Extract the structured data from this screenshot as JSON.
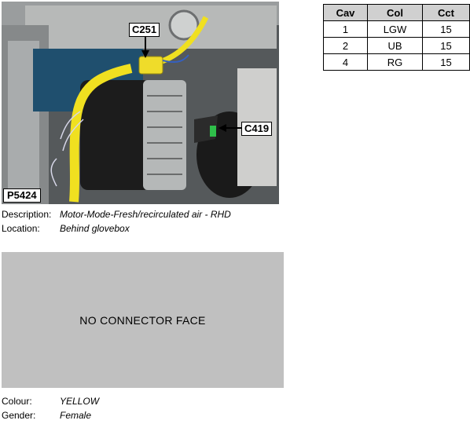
{
  "photo": {
    "callouts": [
      "C251",
      "C419"
    ],
    "photo_id": "P5424"
  },
  "description": {
    "label": "Description:",
    "value": "Motor-Mode-Fresh/recirculated air - RHD"
  },
  "location": {
    "label": "Location:",
    "value": "Behind glovebox"
  },
  "connector_face": {
    "text": "NO CONNECTOR FACE"
  },
  "colour": {
    "label": "Colour:",
    "value": "YELLOW"
  },
  "gender": {
    "label": "Gender:",
    "value": "Female"
  },
  "pin_table": {
    "headers": [
      "Cav",
      "Col",
      "Cct"
    ],
    "rows": [
      [
        "1",
        "LGW",
        "15"
      ],
      [
        "2",
        "UB",
        "15"
      ],
      [
        "4",
        "RG",
        "15"
      ]
    ]
  }
}
